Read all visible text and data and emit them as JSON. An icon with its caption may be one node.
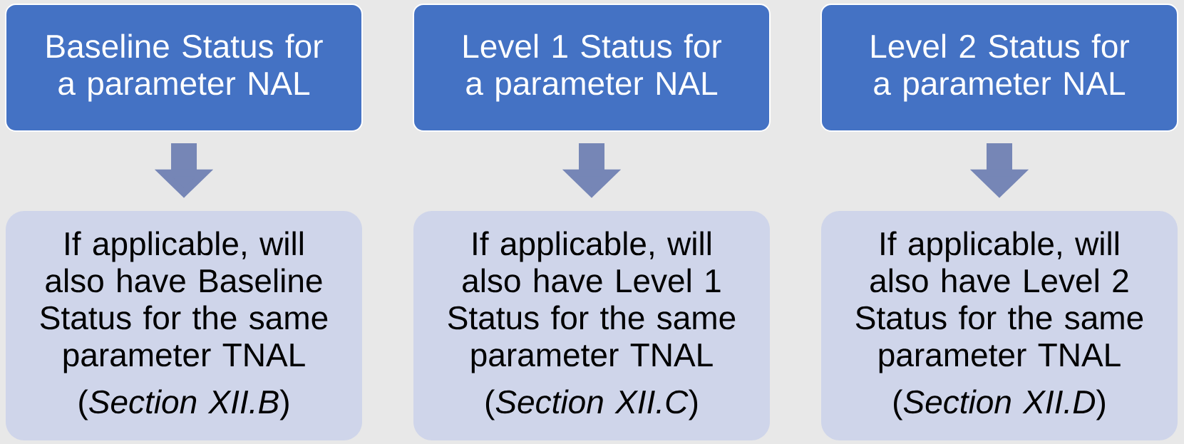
{
  "diagram": {
    "nodes": [
      {
        "text": [
          "Baseline Status for a parameter NAL"
        ]
      },
      {
        "text": [
          "Level 1 Status for a parameter NAL"
        ]
      },
      {
        "text": [
          "Level 2 Status for a parameter NAL"
        ]
      },
      {
        "text": [
          "If applicable, will also have Baseline Status for the same parameter TNAL",
          "(*Section XII.B*)"
        ]
      },
      {
        "text": [
          "If applicable, will also have Level 1 Status for the same parameter TNAL",
          "(*Section XII.C*)"
        ]
      },
      {
        "text": [
          "If applicable, will also have Level 2 Status for the same parameter TNAL",
          "(*Section XII.D*)"
        ]
      }
    ],
    "edges": [
      {
        "from": 0,
        "to": 3,
        "arrow": "to"
      },
      {
        "from": 1,
        "to": 4,
        "arrow": "to"
      },
      {
        "from": 2,
        "to": 5,
        "arrow": "to"
      }
    ]
  }
}
